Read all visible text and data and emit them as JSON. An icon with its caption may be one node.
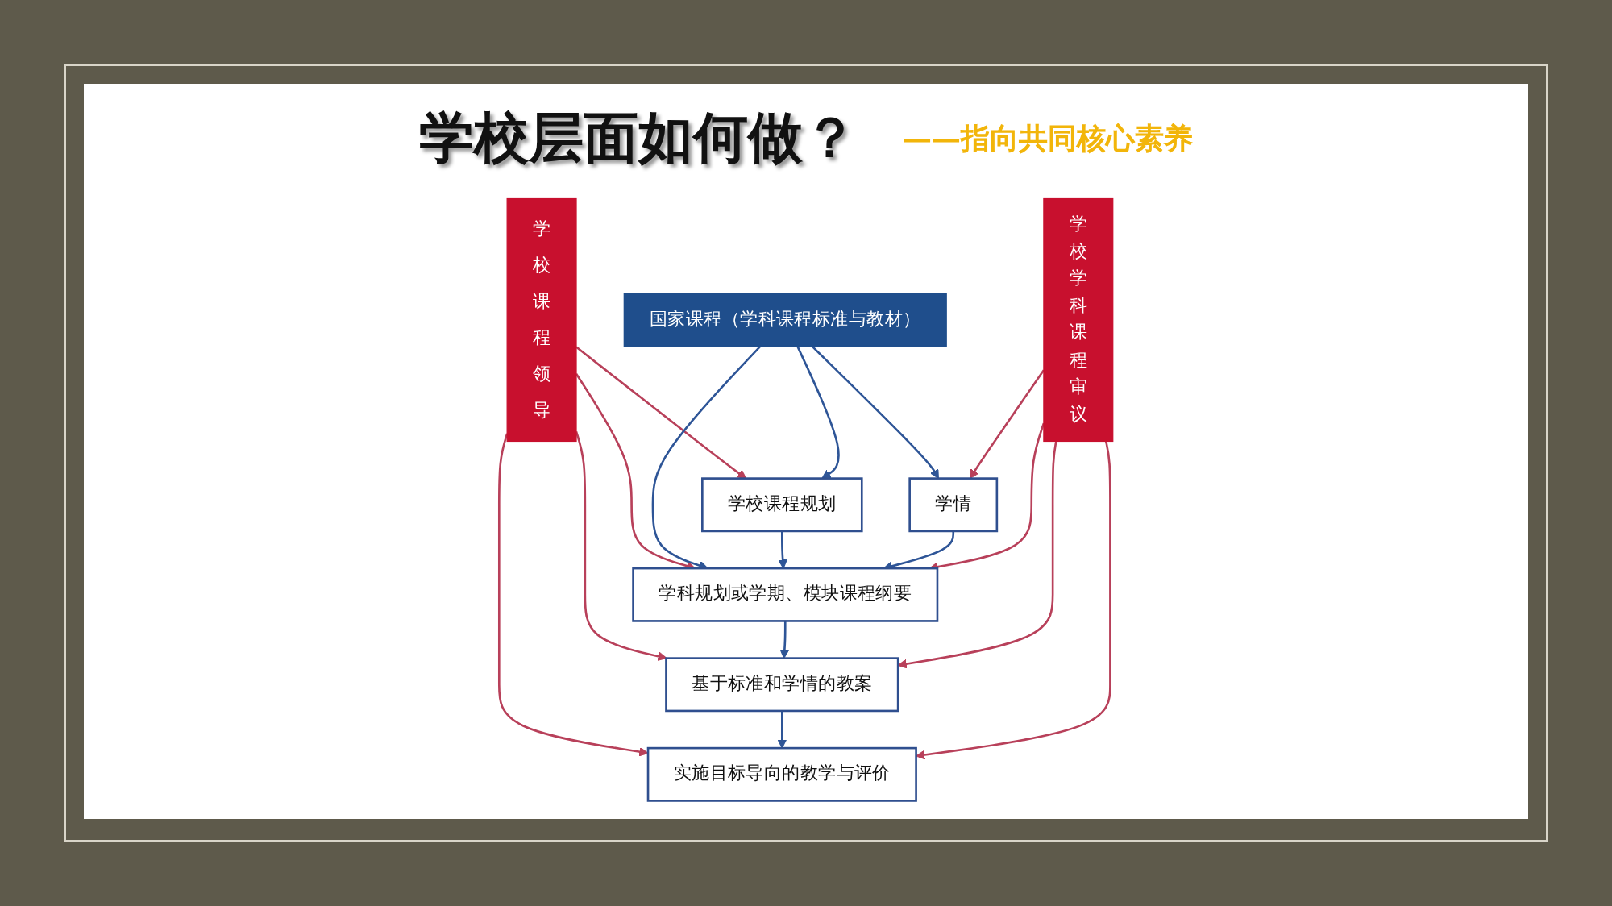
{
  "diagram": {
    "title": "学校层面如何做？",
    "nodes": [
      {
        "text": [
          "国家课程（学科课程标准与教材）"
        ]
      },
      {
        "text": [
          "学校课程规划"
        ]
      },
      {
        "text": [
          "学情"
        ]
      },
      {
        "text": [
          "学科规划或学期、模块课程纲要"
        ]
      },
      {
        "text": [
          "基于标准和学情的教案"
        ]
      },
      {
        "text": [
          "实施目标导向的教学与评价"
        ]
      },
      {
        "text": [
          "学校课程领导"
        ]
      },
      {
        "text": [
          "学校学科课程审议"
        ]
      }
    ],
    "edges": [
      {
        "from": 6,
        "to": 1,
        "arrow": "to"
      },
      {
        "from": 6,
        "to": 3,
        "arrow": "to"
      },
      {
        "from": 6,
        "to": 4,
        "arrow": "to"
      },
      {
        "from": 6,
        "to": 5,
        "arrow": "to"
      },
      {
        "from": 0,
        "to": 1,
        "arrow": "to",
        "color": "#2e5597"
      },
      {
        "from": 0,
        "to": 3,
        "arrow": "to",
        "color": "#2e5597"
      },
      {
        "from": 0,
        "to": 2,
        "arrow": "to",
        "color": "#2e5597"
      },
      {
        "from": 1,
        "to": 3,
        "arrow": "to",
        "color": "#2e5597"
      },
      {
        "from": 2,
        "to": 3,
        "arrow": "to",
        "color": "#2e5597"
      },
      {
        "from": 3,
        "to": 4,
        "arrow": "to",
        "color": "#2e5597"
      },
      {
        "from": 4,
        "to": 5,
        "arrow": "to",
        "color": "#2e5597"
      },
      {
        "from": 7,
        "to": 2,
        "arrow": "to"
      },
      {
        "from": 7,
        "to": 3,
        "arrow": "to"
      },
      {
        "from": 7,
        "to": 4,
        "arrow": "to"
      },
      {
        "from": 7,
        "to": 5,
        "arrow": "to"
      }
    ],
    "labels": [
      "——指向共同核心素养"
    ]
  }
}
